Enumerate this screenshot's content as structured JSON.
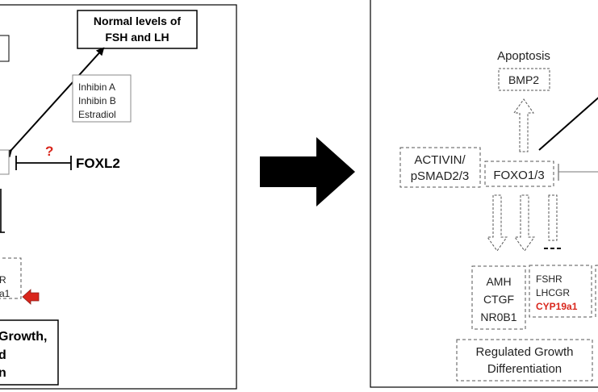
{
  "left_panel": {
    "normal_levels_box": {
      "line1": "Normal levels of",
      "line2": "FSH and LH"
    },
    "hormones": [
      "Inhibin A",
      "Inhibin B",
      "Estradiol"
    ],
    "question_mark": "?",
    "foxl2_label": "FOXL2",
    "gene_box_fragments": [
      "R",
      "a1"
    ],
    "bottom_box": {
      "line1": "Growth,",
      "line2": "d",
      "line3": "n"
    }
  },
  "right_panel": {
    "apoptosis_label": "Apoptosis",
    "bmp2_label": "BMP2",
    "activin_box": {
      "line1": "ACTIVIN/",
      "line2": "pSMAD2/3"
    },
    "foxo_label": "FOXO1/3",
    "genes_left": [
      "AMH",
      "CTGF",
      "NR0B1"
    ],
    "genes_right": [
      "FSHR",
      "LHCGR",
      "CYP19a1"
    ],
    "regulated_box": {
      "line1": "Regulated Growth",
      "line2": "Differentiation"
    }
  },
  "colors": {
    "highlight_red": "#d9261c",
    "arrow_black": "#000000"
  }
}
